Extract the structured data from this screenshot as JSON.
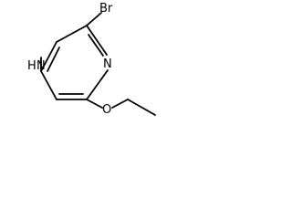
{
  "molecule": {
    "atoms": {
      "bromine": "Br",
      "ring_nitrogen": "N",
      "amine": "H",
      "amine_n": "N",
      "ether_oxygen": "O"
    }
  },
  "colors": {
    "bond": "#000000",
    "label": "#000000",
    "background": "#ffffff"
  }
}
